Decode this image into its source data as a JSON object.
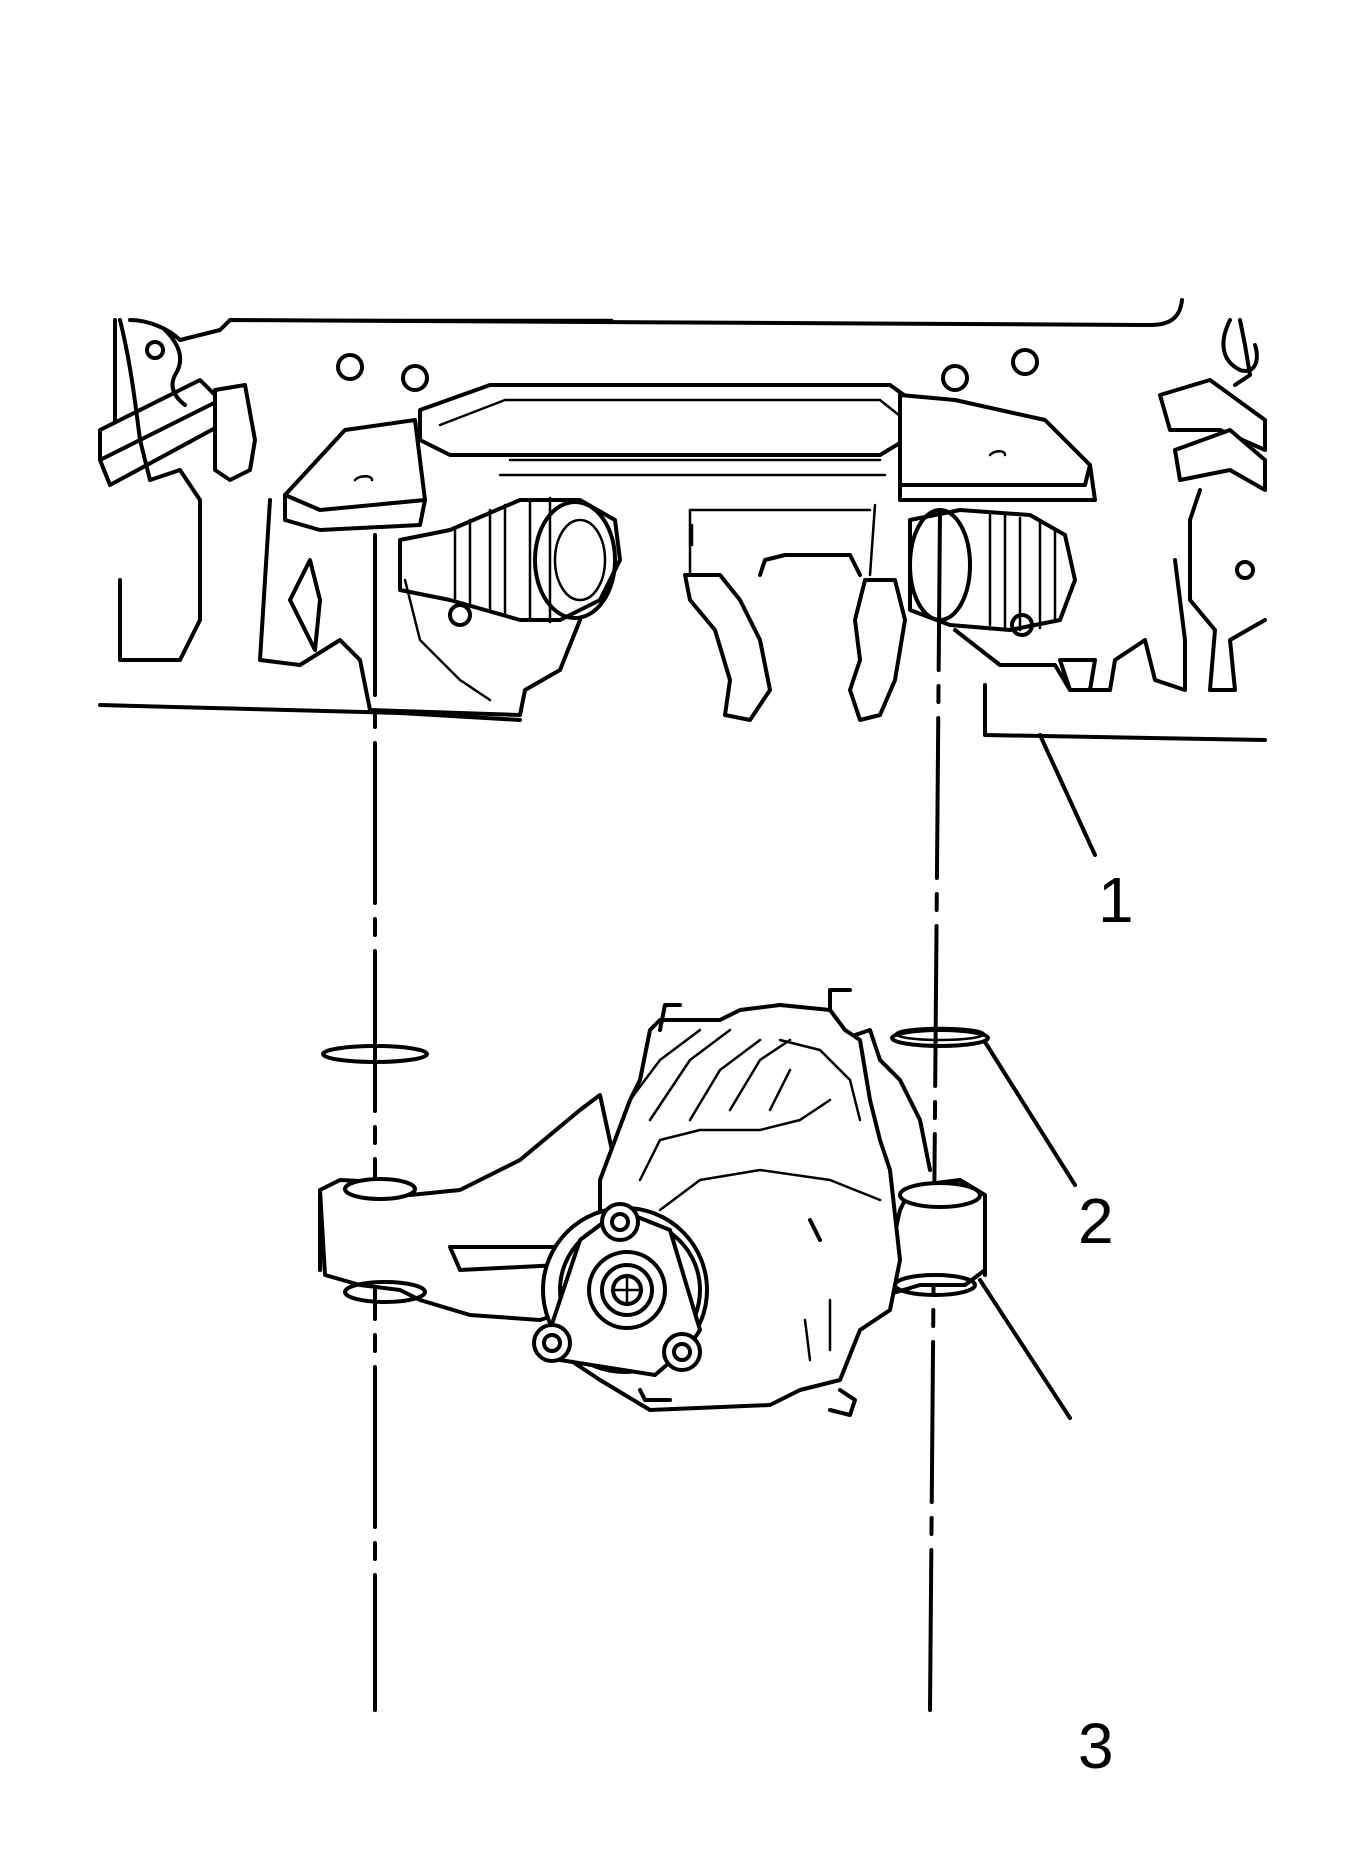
{
  "callouts": [
    {
      "id": "1",
      "label": "1",
      "part": "rear-frame"
    },
    {
      "id": "2",
      "label": "2",
      "part": "shim-washer"
    },
    {
      "id": "3",
      "label": "3",
      "part": "rear-differential"
    }
  ],
  "colors": {
    "line": "#000000",
    "background": "#ffffff"
  }
}
